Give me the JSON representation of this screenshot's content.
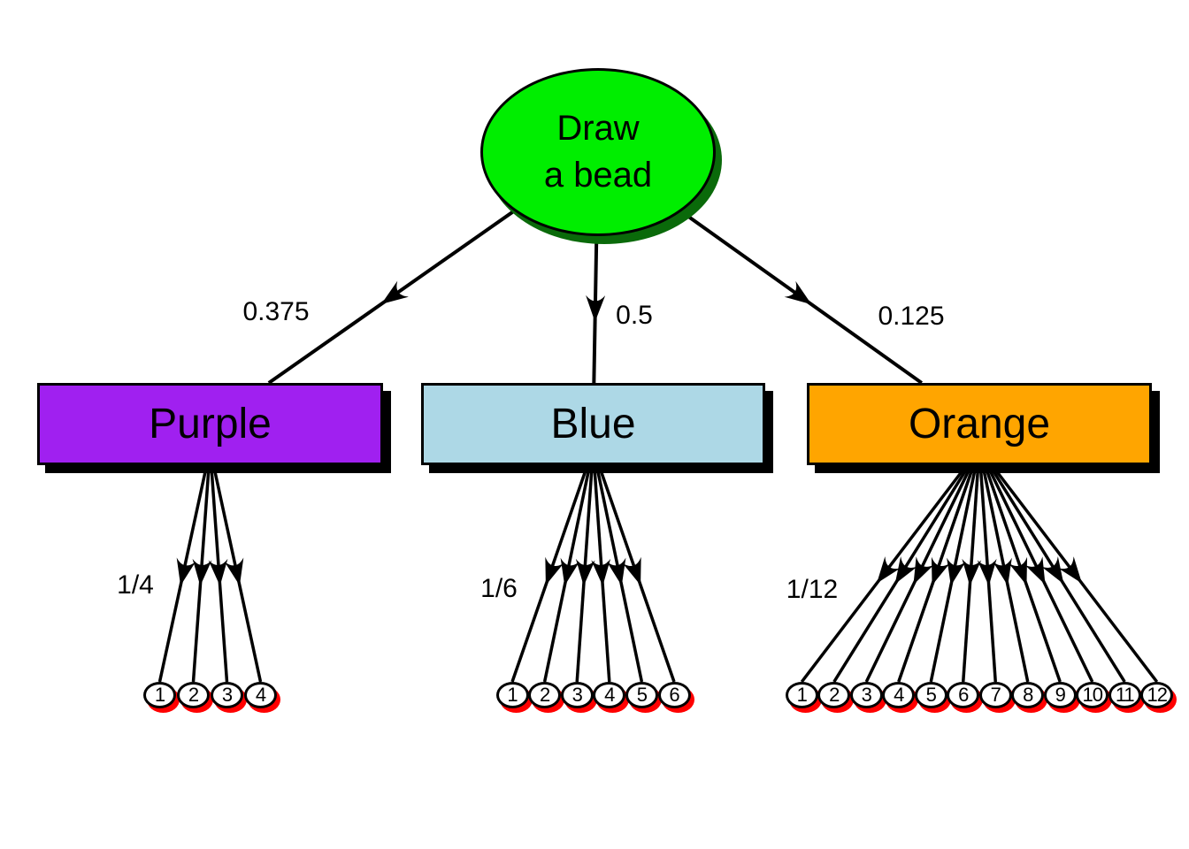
{
  "diagram": {
    "type": "probability-tree",
    "root": {
      "label_lines": [
        "Draw",
        "a bead"
      ],
      "fill": "#00ee00",
      "shadow_color": "#0a6a0a"
    },
    "branches": [
      {
        "label": "Purple",
        "probability": "0.375",
        "fill": "#a020f0",
        "leaf_probability": "1/4",
        "leaves": [
          "1",
          "2",
          "3",
          "4"
        ]
      },
      {
        "label": "Blue",
        "probability": "0.5",
        "fill": "#add8e6",
        "leaf_probability": "1/6",
        "leaves": [
          "1",
          "2",
          "3",
          "4",
          "5",
          "6"
        ]
      },
      {
        "label": "Orange",
        "probability": "0.125",
        "fill": "#ffa500",
        "leaf_probability": "1/12",
        "leaves": [
          "1",
          "2",
          "3",
          "4",
          "5",
          "6",
          "7",
          "8",
          "9",
          "10",
          "11",
          "12"
        ]
      }
    ],
    "leaf_style": {
      "fill": "#ffffff",
      "shadow_color": "#ff0000"
    },
    "edge_color": "#000000",
    "box_shadow_color": "#000000",
    "text_color": "#000000"
  }
}
